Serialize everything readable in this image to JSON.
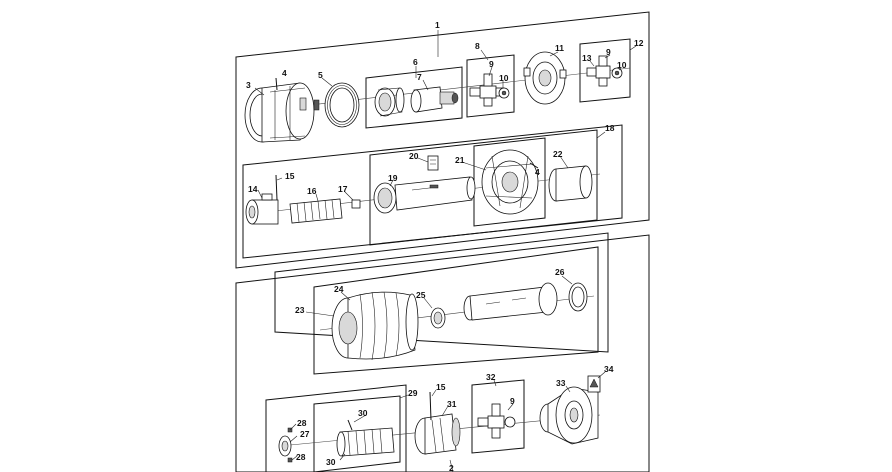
{
  "diagram": {
    "callouts": {
      "c1": "1",
      "c2": "2",
      "c3": "3",
      "c4a": "4",
      "c4b": "4",
      "c5": "5",
      "c6": "6",
      "c7": "7",
      "c8": "8",
      "c9a": "9",
      "c9b": "9",
      "c9c": "9",
      "c10a": "10",
      "c10b": "10",
      "c11": "11",
      "c12": "12",
      "c13": "13",
      "c14": "14",
      "c15a": "15",
      "c15b": "15",
      "c16": "16",
      "c17": "17",
      "c18": "18",
      "c19": "19",
      "c20": "20",
      "c21": "21",
      "c22": "22",
      "c23": "23",
      "c24": "24",
      "c25": "25",
      "c26": "26",
      "c27": "27",
      "c28a": "28",
      "c28b": "28",
      "c29": "29",
      "c30a": "30",
      "c30b": "30",
      "c31": "31",
      "c32": "32",
      "c33": "33",
      "c34": "34"
    }
  }
}
